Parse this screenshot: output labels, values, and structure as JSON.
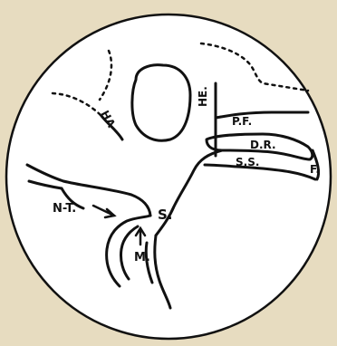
{
  "labels": {
    "ha": "HA",
    "he": "HE.",
    "pf": "P.F.",
    "dr": "D.R.",
    "ss": "S.S.",
    "f": "F.",
    "nt": "N-T.",
    "s": "S.",
    "m": "M."
  },
  "colors": {
    "background": "#e7dcc0",
    "circle_fill": "#ffffff",
    "ink": "#111111"
  }
}
